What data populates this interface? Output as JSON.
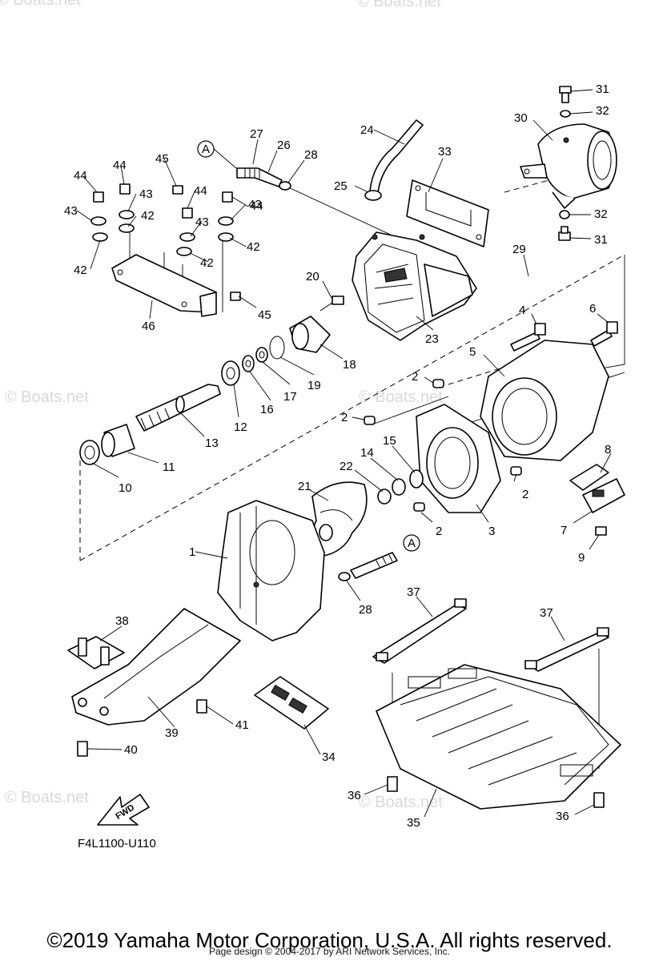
{
  "watermark": "© Boats.net",
  "diagram_code": "F4L1100-U110",
  "fwd_label": "FWD",
  "circle_ref": "A",
  "copyright": "©2019 Yamaha Motor Corporation, U.S.A. All rights reserved.",
  "page_design": "Page design © 2004-2017 by ARI Network Services, Inc.",
  "callouts": [
    "1",
    "2",
    "2",
    "2",
    "2",
    "3",
    "4",
    "5",
    "6",
    "7",
    "8",
    "9",
    "10",
    "11",
    "12",
    "13",
    "14",
    "15",
    "16",
    "17",
    "18",
    "19",
    "20",
    "21",
    "22",
    "23",
    "24",
    "25",
    "26",
    "27",
    "28",
    "28",
    "29",
    "30",
    "31",
    "31",
    "32",
    "32",
    "33",
    "34",
    "35",
    "36",
    "36",
    "37",
    "37",
    "38",
    "39",
    "40",
    "41",
    "42",
    "42",
    "42",
    "42",
    "43",
    "43",
    "43",
    "43",
    "44",
    "44",
    "44",
    "44",
    "45",
    "45",
    "46"
  ]
}
